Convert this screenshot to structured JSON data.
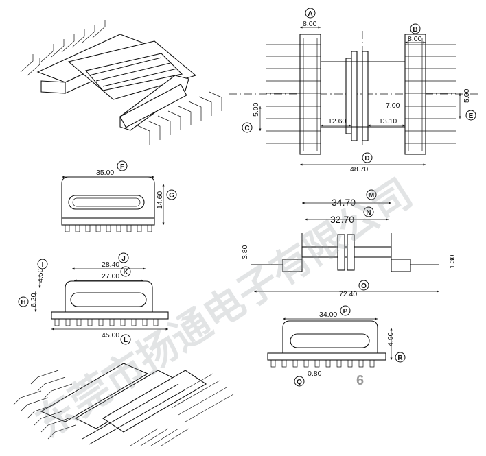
{
  "dimensions": {
    "A": "8.00",
    "B": "8.00",
    "C": "5.00",
    "D": "48.70",
    "inner_left": "12.60",
    "inner_right": "13.10",
    "inner_top": "7.00",
    "right_pitch": "5.00",
    "F": "35.00",
    "G": "14.60",
    "M": "34.70",
    "N": "32.70",
    "O": "72.40",
    "side_left": "3.80",
    "side_right": "1.30",
    "J": "28.40",
    "K": "27.00",
    "I": "4.50",
    "H": "6.20",
    "L": "45.00",
    "P": "34.00",
    "R": "4.90",
    "Q": "0.80"
  },
  "markers": [
    "A",
    "B",
    "C",
    "D",
    "E",
    "F",
    "G",
    "H",
    "I",
    "J",
    "K",
    "L",
    "M",
    "N",
    "O",
    "P",
    "Q",
    "R"
  ],
  "watermark": "东莞市扬通电子有限公司",
  "page_number": "6"
}
